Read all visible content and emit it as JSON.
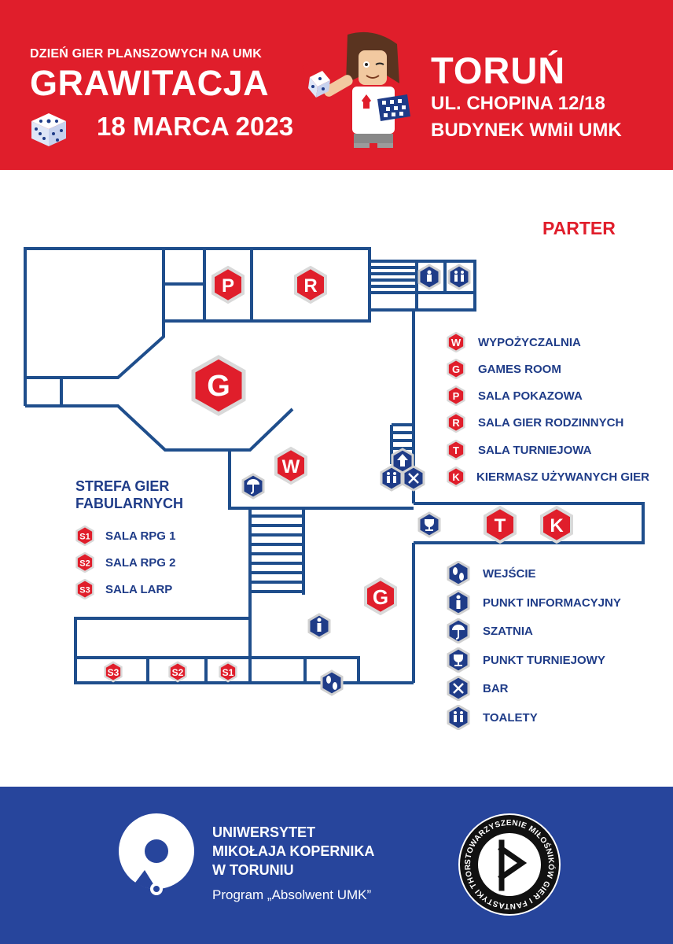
{
  "header": {
    "subtitle": "DZIEŃ GIER PLANSZOWYCH NA UMK",
    "title": "GRAWITACJA",
    "date": "18 MARCA 2023",
    "city": "TORUŃ",
    "address_line1": "UL. CHOPINA 12/18",
    "address_line2": "BUDYNEK WMiI UMK"
  },
  "floor_label": "PARTER",
  "room_markers": {
    "P": "P",
    "R": "R",
    "G": "G",
    "W": "W",
    "T": "T",
    "K": "K",
    "S1": "S1",
    "S2": "S2",
    "S3": "S3"
  },
  "legend_rooms": [
    {
      "code": "W",
      "label": "WYPOŻYCZALNIA"
    },
    {
      "code": "G",
      "label": "GAMES ROOM"
    },
    {
      "code": "P",
      "label": "SALA POKAZOWA"
    },
    {
      "code": "R",
      "label": "SALA GIER RODZINNYCH"
    },
    {
      "code": "T",
      "label": "SALA TURNIEJOWA"
    },
    {
      "code": "K",
      "label": "KIERMASZ UŻYWANYCH GIER"
    }
  ],
  "rpg_zone": {
    "title_line1": "STREFA GIER",
    "title_line2": "FABULARNYCH",
    "items": [
      {
        "code": "S1",
        "label": "SALA RPG 1"
      },
      {
        "code": "S2",
        "label": "SALA RPG 2"
      },
      {
        "code": "S3",
        "label": "SALA LARP"
      }
    ]
  },
  "legend_services": [
    {
      "icon": "footprints-icon",
      "label": "WEJŚCIE"
    },
    {
      "icon": "info-icon",
      "label": "PUNKT INFORMACYJNY"
    },
    {
      "icon": "umbrella-icon",
      "label": "SZATNIA"
    },
    {
      "icon": "trophy-icon",
      "label": "PUNKT TURNIEJOWY"
    },
    {
      "icon": "cutlery-icon",
      "label": "BAR"
    },
    {
      "icon": "toilets-icon",
      "label": "TOALETY"
    }
  ],
  "footer": {
    "university_line1": "UNIWERSYTET",
    "university_line2": "MIKOŁAJA KOPERNIKA",
    "university_line3": "W TORUNIU",
    "program": "Program „Absolwent UMK”",
    "thorn_ring_text": "STOWARZYSZENIE MIŁOŚNIKÓW GIER I FANTASTYKI THORN"
  },
  "colors": {
    "red": "#e01e2b",
    "navy": "#1f3c88",
    "footer_blue": "#27459c",
    "wall": "#1f4e8c"
  }
}
